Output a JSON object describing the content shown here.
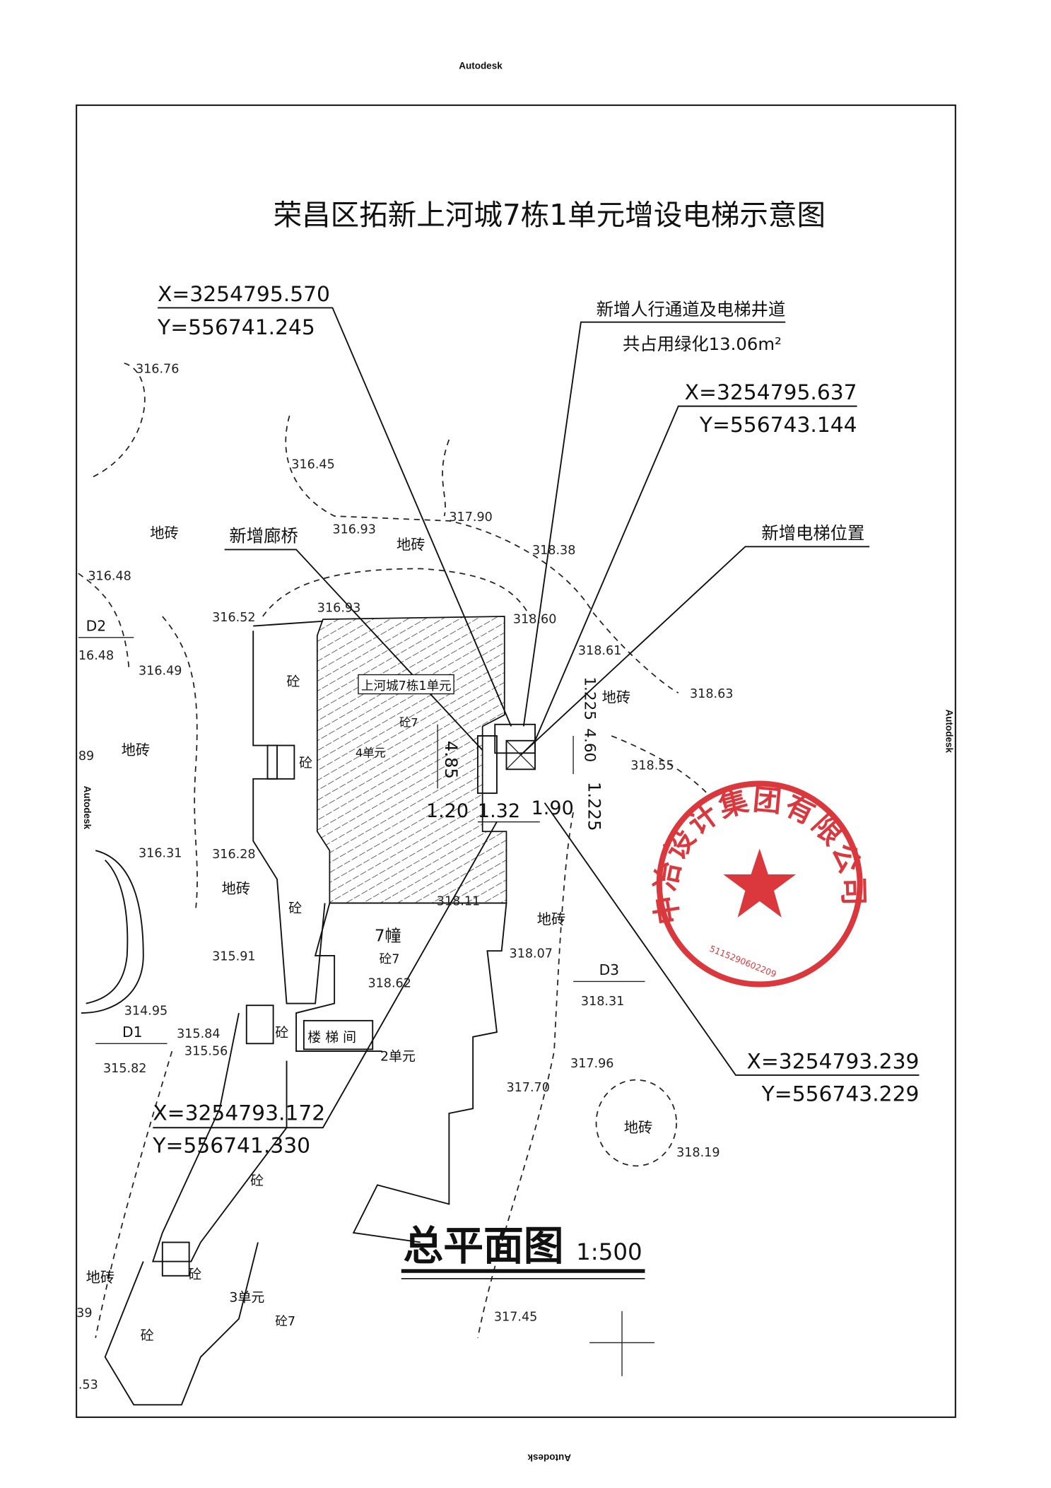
{
  "watermarks": {
    "top": "Autodesk",
    "right": "Autodesk",
    "left": "Autodesk",
    "bottom": "Autodesk"
  },
  "title": "荣昌区拓新上河城7栋1单元增设电梯示意图",
  "callouts": {
    "coord_nw": {
      "x": "X=3254795.570",
      "y": "Y=556741.245"
    },
    "coord_ne": {
      "x": "X=3254795.637",
      "y": "Y=556743.144"
    },
    "coord_se": {
      "x": "X=3254793.239",
      "y": "Y=556743.229"
    },
    "coord_sw": {
      "x": "X=3254793.172",
      "y": "Y=556741.330"
    },
    "passage_line1": "新增人行通道及电梯井道",
    "passage_line2": "共占用绿化13.06m²",
    "elevator": "新增电梯位置",
    "bridge": "新增廊桥"
  },
  "labels": {
    "building_unit": "上河城7栋1单元",
    "unit4": "4单元",
    "unit2": "2单元",
    "unit3": "3单元",
    "bldg7": "7幢",
    "concrete7": "砼7",
    "concrete": "砼",
    "stairs": "楼 梯 间",
    "tile": "地砖",
    "d1": "D1",
    "d2": "D2",
    "d3": "D3"
  },
  "elevations": [
    "316.76",
    "316.45",
    "316.93",
    "317.90",
    "318.38",
    "316.48",
    "316.52",
    "316.93",
    "318.60",
    "318.61",
    "318.63",
    "316.49",
    "16.48",
    "89",
    "316.31",
    "316.28",
    "318.11",
    "318.07",
    "318.31",
    "315.91",
    "314.95",
    "315.84",
    "315.56",
    "315.82",
    "317.96",
    "317.70",
    "318.19",
    "317.45",
    "318.62",
    "318.55",
    ".53",
    "39"
  ],
  "dimensions": [
    "4.85",
    "1.20",
    "1.32",
    "1.90",
    "1.225",
    "4.60",
    "1.225"
  ],
  "plan_title": "总平面图",
  "scale": "1:500",
  "stamp": {
    "name": "中冶设计集团有限公司",
    "number": "5115290602209",
    "color": "#d8232a"
  }
}
